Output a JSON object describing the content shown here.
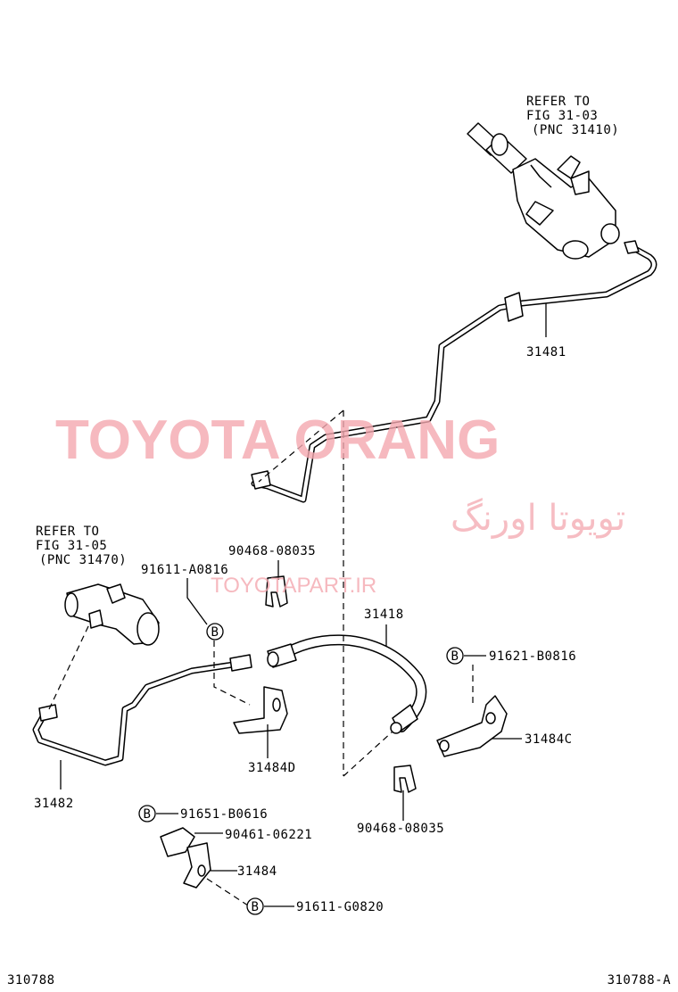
{
  "diagram_id_left": "310788",
  "diagram_id_right": "310788-A",
  "references": {
    "upper": [
      "REFER TO",
      "FIG 31-03",
      "(PNC 31410)"
    ],
    "left": [
      "REFER TO",
      "FIG 31-05",
      "(PNC 31470)"
    ]
  },
  "callout_letter": "B",
  "parts": {
    "p31481": "31481",
    "p31418": "31418",
    "p31482": "31482",
    "p31484D": "31484D",
    "p31484C": "31484C",
    "p31484": "31484",
    "clip_upper": "90468-08035",
    "clip_lower": "90468-08035",
    "bolt_a": "91611-A0816",
    "bolt_b": "91621-B0816",
    "bolt_c": "91651-B0616",
    "bolt_d": "91611-G0820",
    "clamp": "90461-06221"
  },
  "watermark": {
    "main": "TOYOTA ORANG",
    "persian": "تویوتا اورنگ",
    "url": "TOYOTAPART.IR"
  },
  "colors": {
    "watermark": "#f4a8b0",
    "ink": "#000000"
  }
}
